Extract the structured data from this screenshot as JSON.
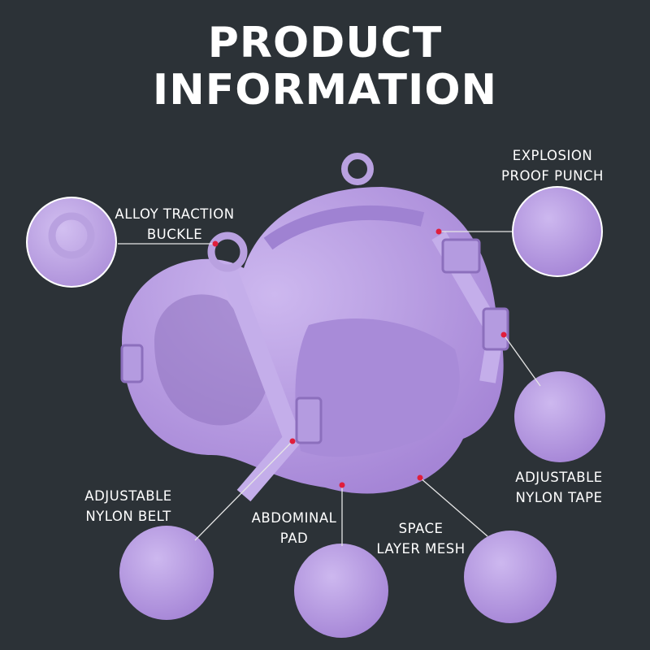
{
  "title": {
    "line1": "PRODUCT",
    "line2": "INFORMATION"
  },
  "colors": {
    "background": "#2c3237",
    "product": "#b9a1e0",
    "marker": "#e01e3c",
    "text": "#ffffff"
  },
  "features": [
    {
      "line1": "ALLOY TRACTION",
      "line2": "BUCKLE"
    },
    {
      "line1": "EXPLOSION",
      "line2": "PROOF PUNCH"
    },
    {
      "line1": "ADJUSTABLE",
      "line2": "NYLON TAPE"
    },
    {
      "line1": "ADJUSTABLE",
      "line2": "NYLON BELT"
    },
    {
      "line1": "ABDOMINAL",
      "line2": "PAD"
    },
    {
      "line1": "SPACE",
      "line2": "LAYER MESH"
    }
  ]
}
